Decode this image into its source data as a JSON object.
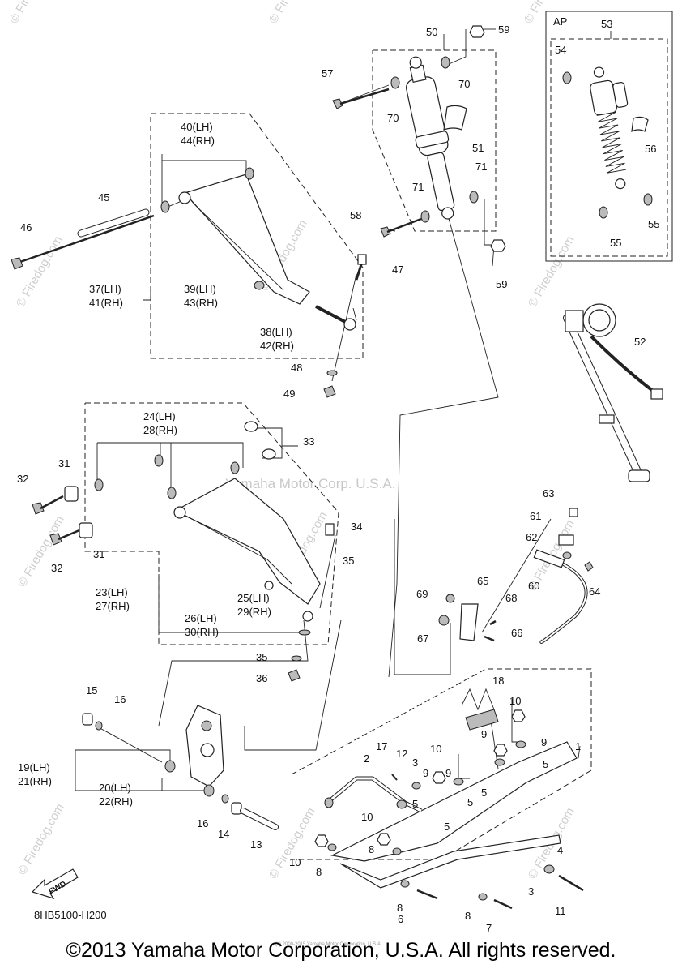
{
  "diagram_code": "8HB5100-H200",
  "fwd_label": "FWD",
  "copyright": "©2013 Yamaha Motor Corporation, U.S.A. All rights reserved.",
  "watermarks": {
    "firedog": "© Firedog.com",
    "yamaha": "Yamaha Motor Corp. U.S.A.",
    "fine_print": "(c) 2000-2015 Yamaha Motor Corporation, U.S.A."
  },
  "inset": {
    "title": "AP",
    "number": "53"
  },
  "callouts": {
    "c1": "1",
    "c2": "2",
    "c3a": "3",
    "c3b": "3",
    "c4": "4",
    "c5a": "5",
    "c5b": "5",
    "c5c": "5",
    "c5d": "5",
    "c5e": "5",
    "c6": "6",
    "c7": "7",
    "c8a": "8",
    "c8b": "8",
    "c8c": "8",
    "c8d": "8",
    "c9a": "9",
    "c9b": "9",
    "c9c": "9",
    "c9d": "9",
    "c10a": "10",
    "c10b": "10",
    "c10c": "10",
    "c10d": "10",
    "c11": "11",
    "c12": "12",
    "c13": "13",
    "c14": "14",
    "c15": "15",
    "c16a": "16",
    "c16b": "16",
    "c17": "17",
    "c18": "18",
    "c19": "19(LH)",
    "c21": "21(RH)",
    "c20": "20(LH)",
    "c22": "22(RH)",
    "c23": "23(LH)",
    "c27": "27(RH)",
    "c24": "24(LH)",
    "c28": "28(RH)",
    "c25": "25(LH)",
    "c29": "29(RH)",
    "c26": "26(LH)",
    "c30": "30(RH)",
    "c31a": "31",
    "c31b": "31",
    "c32a": "32",
    "c32b": "32",
    "c33": "33",
    "c34": "34",
    "c35a": "35",
    "c35b": "35",
    "c36": "36",
    "c37": "37(LH)",
    "c41": "41(RH)",
    "c38": "38(LH)",
    "c42": "42(RH)",
    "c39": "39(LH)",
    "c43": "43(RH)",
    "c40": "40(LH)",
    "c44": "44(RH)",
    "c45": "45",
    "c46": "46",
    "c47": "47",
    "c48": "48",
    "c49": "49",
    "c50": "50",
    "c51": "51",
    "c52": "52",
    "c54": "54",
    "c55a": "55",
    "c55b": "55",
    "c56": "56",
    "c57": "57",
    "c58": "58",
    "c59a": "59",
    "c59b": "59",
    "c60": "60",
    "c61": "61",
    "c62": "62",
    "c63": "63",
    "c64": "64",
    "c65": "65",
    "c66": "66",
    "c67": "67",
    "c68": "68",
    "c69": "69",
    "c70a": "70",
    "c70b": "70",
    "c71a": "71",
    "c71b": "71"
  }
}
